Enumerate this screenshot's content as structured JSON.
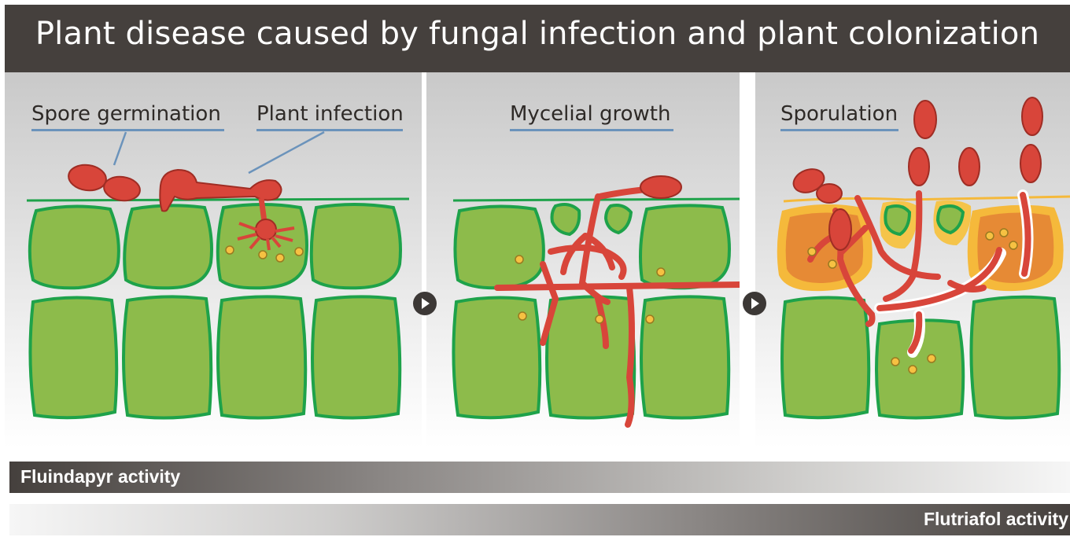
{
  "title": "Plant disease caused by fungal infection and plant colonization",
  "stages": [
    {
      "labels": [
        "Spore germination",
        "Plant infection"
      ]
    },
    {
      "labels": [
        "Mycelial growth"
      ]
    },
    {
      "labels": [
        "Sporulation"
      ]
    }
  ],
  "activity_bars": [
    {
      "label": "Fluindapyr activity",
      "direction": "dark-to-light"
    },
    {
      "label": "Flutriafol activity",
      "direction": "light-to-dark"
    }
  ],
  "colors": {
    "title_bg": "#45403d",
    "cell_fill": "#8dbb4b",
    "cell_edge": "#1ea24a",
    "fungus": "#d8453a",
    "fungus_edge": "#9f2d24",
    "infected_outer": "#f5b93b",
    "infected_inner": "#e68a35",
    "label_underline": "#6b93bb"
  }
}
